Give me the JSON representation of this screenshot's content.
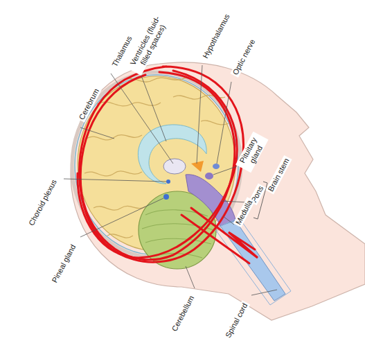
{
  "diagram": {
    "labels": [
      "Cerebrum",
      "Thalamus",
      "Ventricles (fluid-filled spaces)",
      "Hypothalamus",
      "Optic nerve",
      "Pituitary gland",
      "Brain stem",
      "Pons",
      "Medulla",
      "Choroid plexus",
      "Pineal gland",
      "Cerebellum",
      "Spinal cord"
    ]
  }
}
